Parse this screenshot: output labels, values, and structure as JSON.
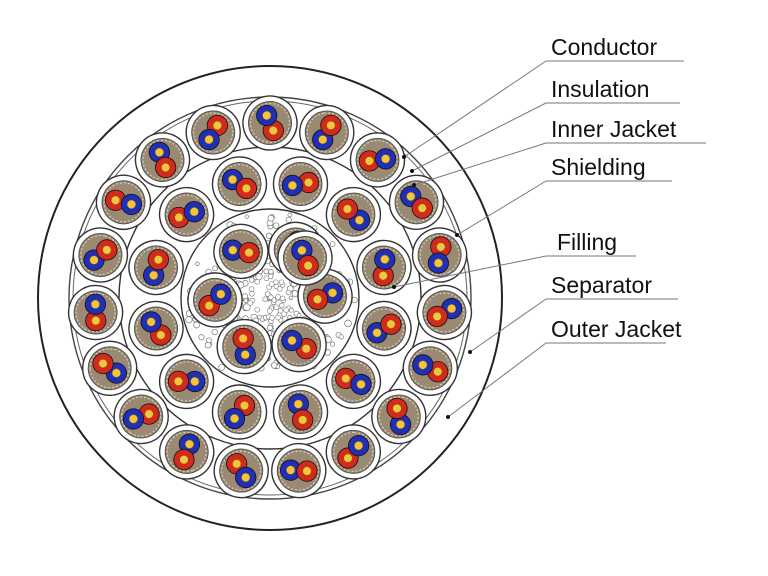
{
  "diagram": {
    "labels": {
      "conductor": "Conductor",
      "insulation": "Insulation",
      "inner_jacket": "Inner Jacket",
      "shielding": "Shielding",
      "filling": "Filling",
      "separator": "Separator",
      "outer_jacket": "Outer Jacket"
    },
    "structure": {
      "pairs_total": 37,
      "layers": [
        {
          "name": "center",
          "pairs": 6
        },
        {
          "name": "middle",
          "pairs": 12
        },
        {
          "name": "outer",
          "pairs": 19
        }
      ]
    },
    "colors": {
      "red": "#d42a1e",
      "blue": "#1f2fb8",
      "conductor_core": "#f3c43f",
      "shield": "#9a8a73",
      "line": "#333333"
    }
  }
}
